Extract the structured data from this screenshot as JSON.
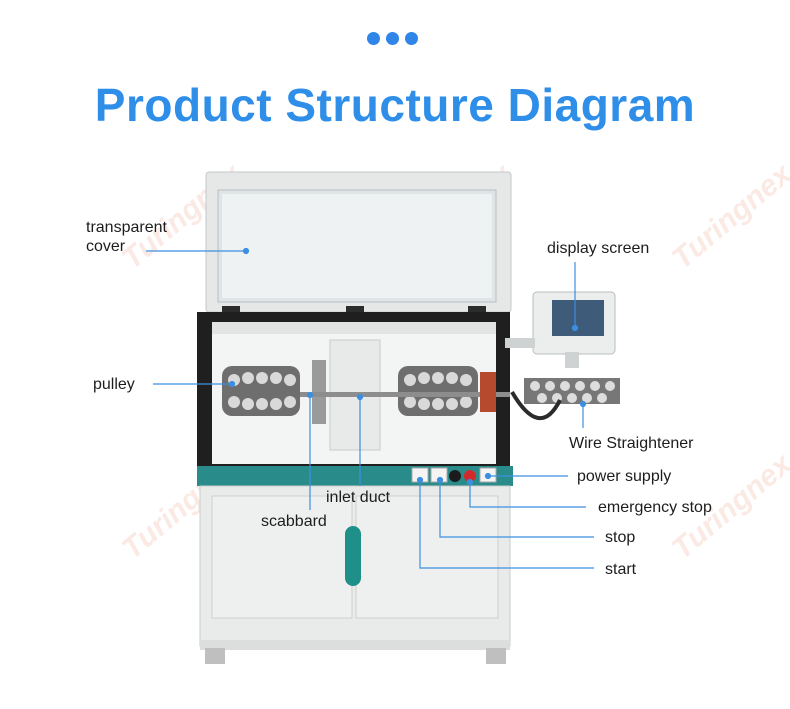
{
  "title": "Product Structure Diagram",
  "watermark": "Turingnex",
  "labels": {
    "transparent_cover_line1": "transparent",
    "transparent_cover_line2": "cover",
    "display_screen": "display screen",
    "pulley": "pulley",
    "wire_straightener": "Wire Straightener",
    "power_supply": "power supply",
    "inlet_duct": "inlet duct",
    "emergency_stop": "emergency stop",
    "scabbard": "scabbard",
    "stop": "stop",
    "start": "start"
  },
  "colors": {
    "accent": "#2f8ee8",
    "leader": "#3c8fe0",
    "machine_body": "#e9ebea",
    "teal_panel": "#2a8c8a"
  }
}
